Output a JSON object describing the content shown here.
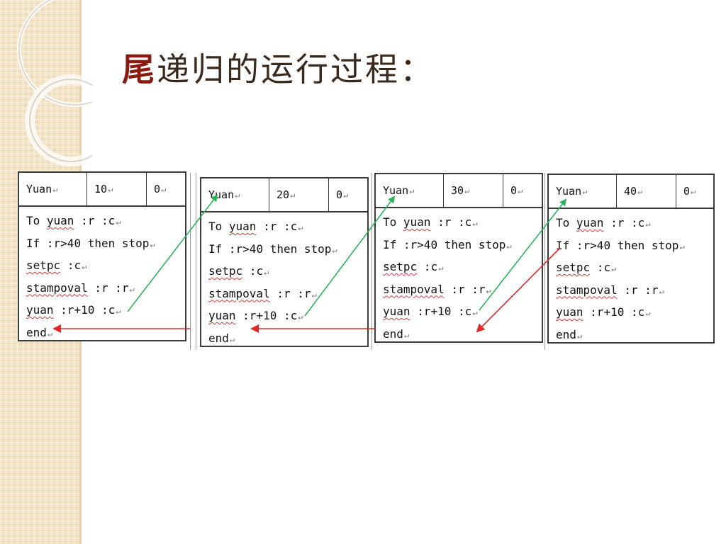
{
  "slide": {
    "title_first_char": "尾",
    "title_rest": "递归的运行过程：",
    "accent_color": "#8b1a10"
  },
  "frames": [
    {
      "header": [
        "Yuan",
        "10",
        "0"
      ],
      "lines": [
        "To yuan :r :c",
        "If :r>40 then stop",
        "setpc :c",
        "stampoval :r :r",
        "yuan :r+10 :c",
        "end"
      ]
    },
    {
      "header": [
        "Yuan",
        "20",
        "0"
      ],
      "lines": [
        "To yuan :r :c",
        "If :r>40 then stop",
        "setpc :c",
        "stampoval :r :r",
        "yuan :r+10 :c",
        "end"
      ]
    },
    {
      "header": [
        "Yuan",
        "30",
        "0"
      ],
      "lines": [
        "To yuan :r :c",
        "If :r>40 then stop",
        "setpc :c",
        "stampoval :r :r",
        "yuan :r+10 :c",
        "end"
      ]
    },
    {
      "header": [
        "Yuan",
        "40",
        "0"
      ],
      "lines": [
        "To yuan :r :c",
        "If :r>40 then stop",
        "setpc :c",
        "stampoval :r :r",
        "yuan :r+10 :c",
        "end"
      ]
    }
  ],
  "arrow_colors": {
    "call": "#2bb35a",
    "return": "#e02a2a"
  }
}
